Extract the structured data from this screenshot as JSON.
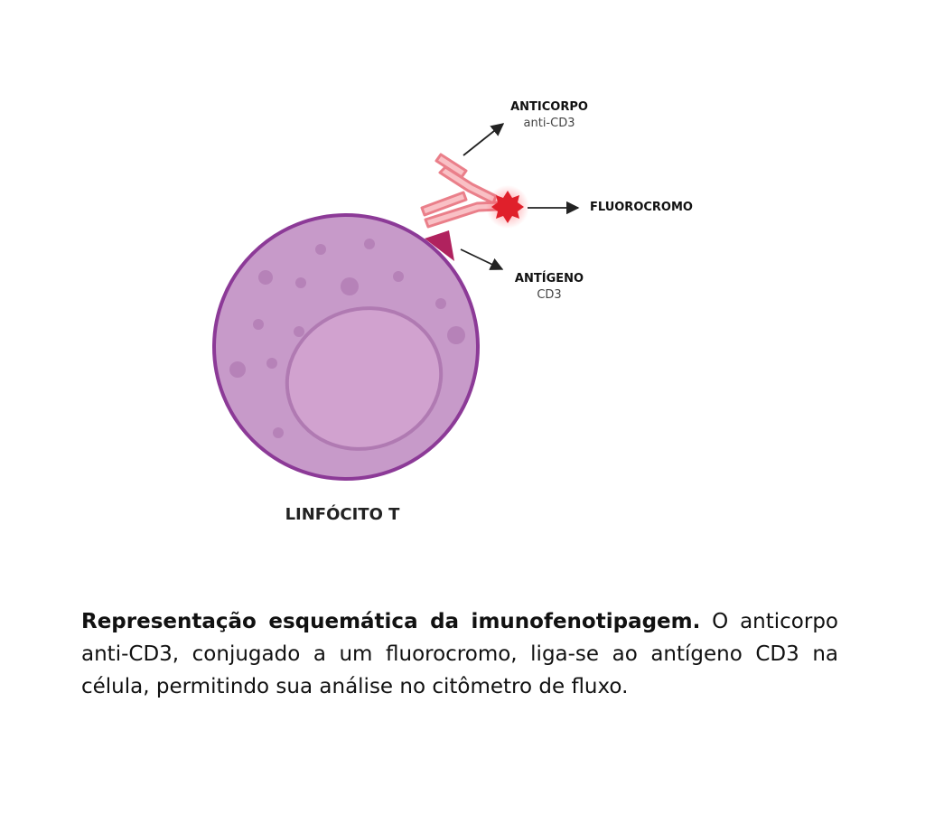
{
  "labels": {
    "antibody_title": "ANTICORPO",
    "antibody_sub": "anti-CD3",
    "fluorochrome": "FLUOROCROMO",
    "antigen_title": "ANTÍGENO",
    "antigen_sub": "CD3",
    "cell": "LINFÓCITO T"
  },
  "caption": {
    "title": "Representação esquemática da imunofenotipagem.",
    "body": "O anticorpo anti-CD3, conjugado a um fluorocromo, liga-se ao antígeno CD3 na célula, permitindo sua análise no citômetro de fluxo."
  },
  "colors": {
    "cell_fill": "#c79ac9",
    "cell_border": "#8c3a97",
    "nucleus_fill": "#d1a2cf",
    "granule": "#b682b8",
    "antigen": "#b0225e",
    "antibody_fill": "#f9c0c5",
    "antibody_stroke": "#ea7f8a",
    "fluorochrome": "#e0202b"
  }
}
